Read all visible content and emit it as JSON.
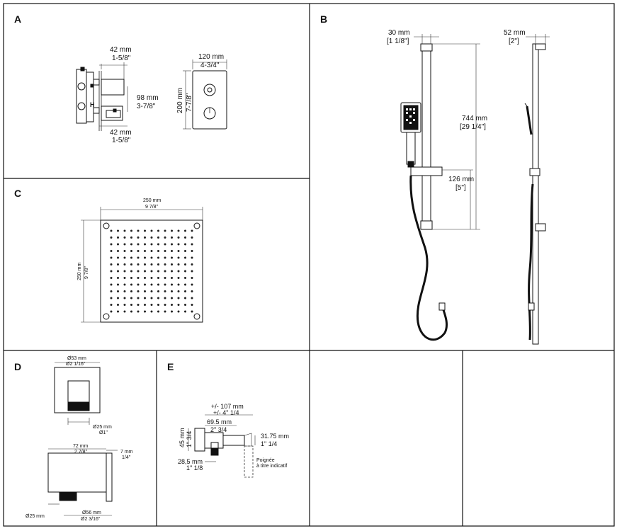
{
  "panels": {
    "a": {
      "label": "A",
      "side_top_mm": "42 mm",
      "side_top_in": "1-5/8\"",
      "side_mid_mm": "98 mm",
      "side_mid_in": "3-7/8\"",
      "side_bot_mm": "42 mm",
      "side_bot_in": "1-5/8\"",
      "front_width_mm": "120 mm",
      "front_width_in": "4-3/4\"",
      "front_height_mm": "200 mm",
      "front_height_in": "7-7/8\"",
      "valve_mark_hot": "H"
    },
    "b": {
      "label": "B",
      "bar_width_mm": "30 mm",
      "bar_width_in": "[1 1/8\"]",
      "bar_height_mm": "744 mm",
      "bar_height_in": "[29 1/4\"]",
      "slider_mm": "126 mm",
      "slider_in": "[5\"]",
      "depth_mm": "52 mm",
      "depth_in": "[2\"]"
    },
    "c": {
      "label": "C",
      "width_mm": "250 mm",
      "width_in": "9 7/8\"",
      "height_mm": "250 mm",
      "height_in": "9 7/8\""
    },
    "d": {
      "label": "D",
      "top_dia_mm": "Ø53 mm",
      "top_dia_in": "Ø2 1/16\"",
      "outlet_mm": "Ø25 mm",
      "outlet_in": "Ø1\"",
      "length_mm": "72 mm",
      "length_in": "2 7/8\"",
      "plate_mm": "7 mm",
      "plate_in": "1/4\"",
      "bottom_outlet_mm": "Ø25 mm",
      "plate_dia_mm": "Ø56 mm",
      "plate_dia_in": "Ø2 3/16\""
    },
    "e": {
      "label": "E",
      "total_mm": "+/- 107 mm",
      "total_in": "+/- 4\" 1/4",
      "body_mm": "69.5 mm",
      "body_in": "2\" 3/4",
      "height_mm": "45 mm",
      "height_in": "1\" 3/4",
      "pipe_mm": "31.75 mm",
      "pipe_in": "1\" 1/4",
      "offset_mm": "28,5 mm",
      "offset_in": "1\" 1/8",
      "note_line1": "Poignée",
      "note_line2": "à titre indicatif"
    }
  }
}
